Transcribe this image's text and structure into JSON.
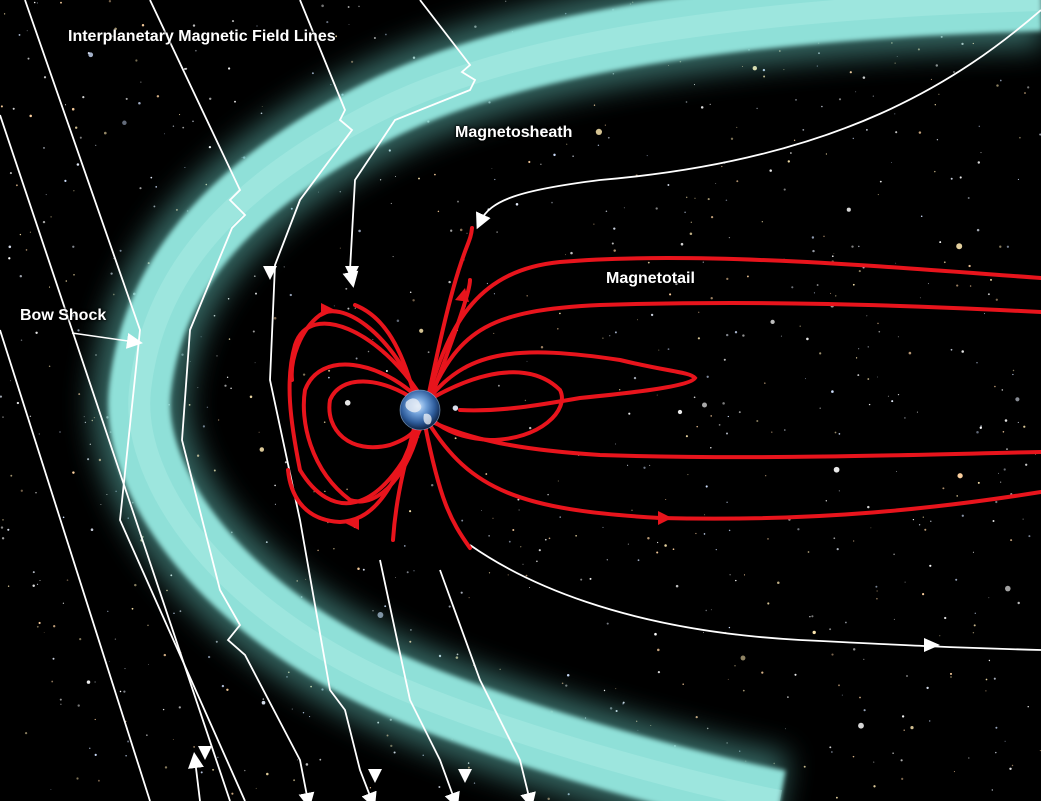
{
  "labels": {
    "imf": "Interplanetary Magnetic Field Lines",
    "magnetosheath": "Magnetosheath",
    "magnetotail": "Magnetotail",
    "bow_shock": "Bow Shock"
  },
  "colors": {
    "background": "#000000",
    "magnetosheath_fill": "#8fe0d8",
    "field_lines_interplanetary": "#ffffff",
    "field_lines_magnetosphere": "#e8141c",
    "label_text": "#ffffff"
  },
  "icons": {
    "earth": "earth-globe-icon",
    "stars": "starfield-background"
  }
}
